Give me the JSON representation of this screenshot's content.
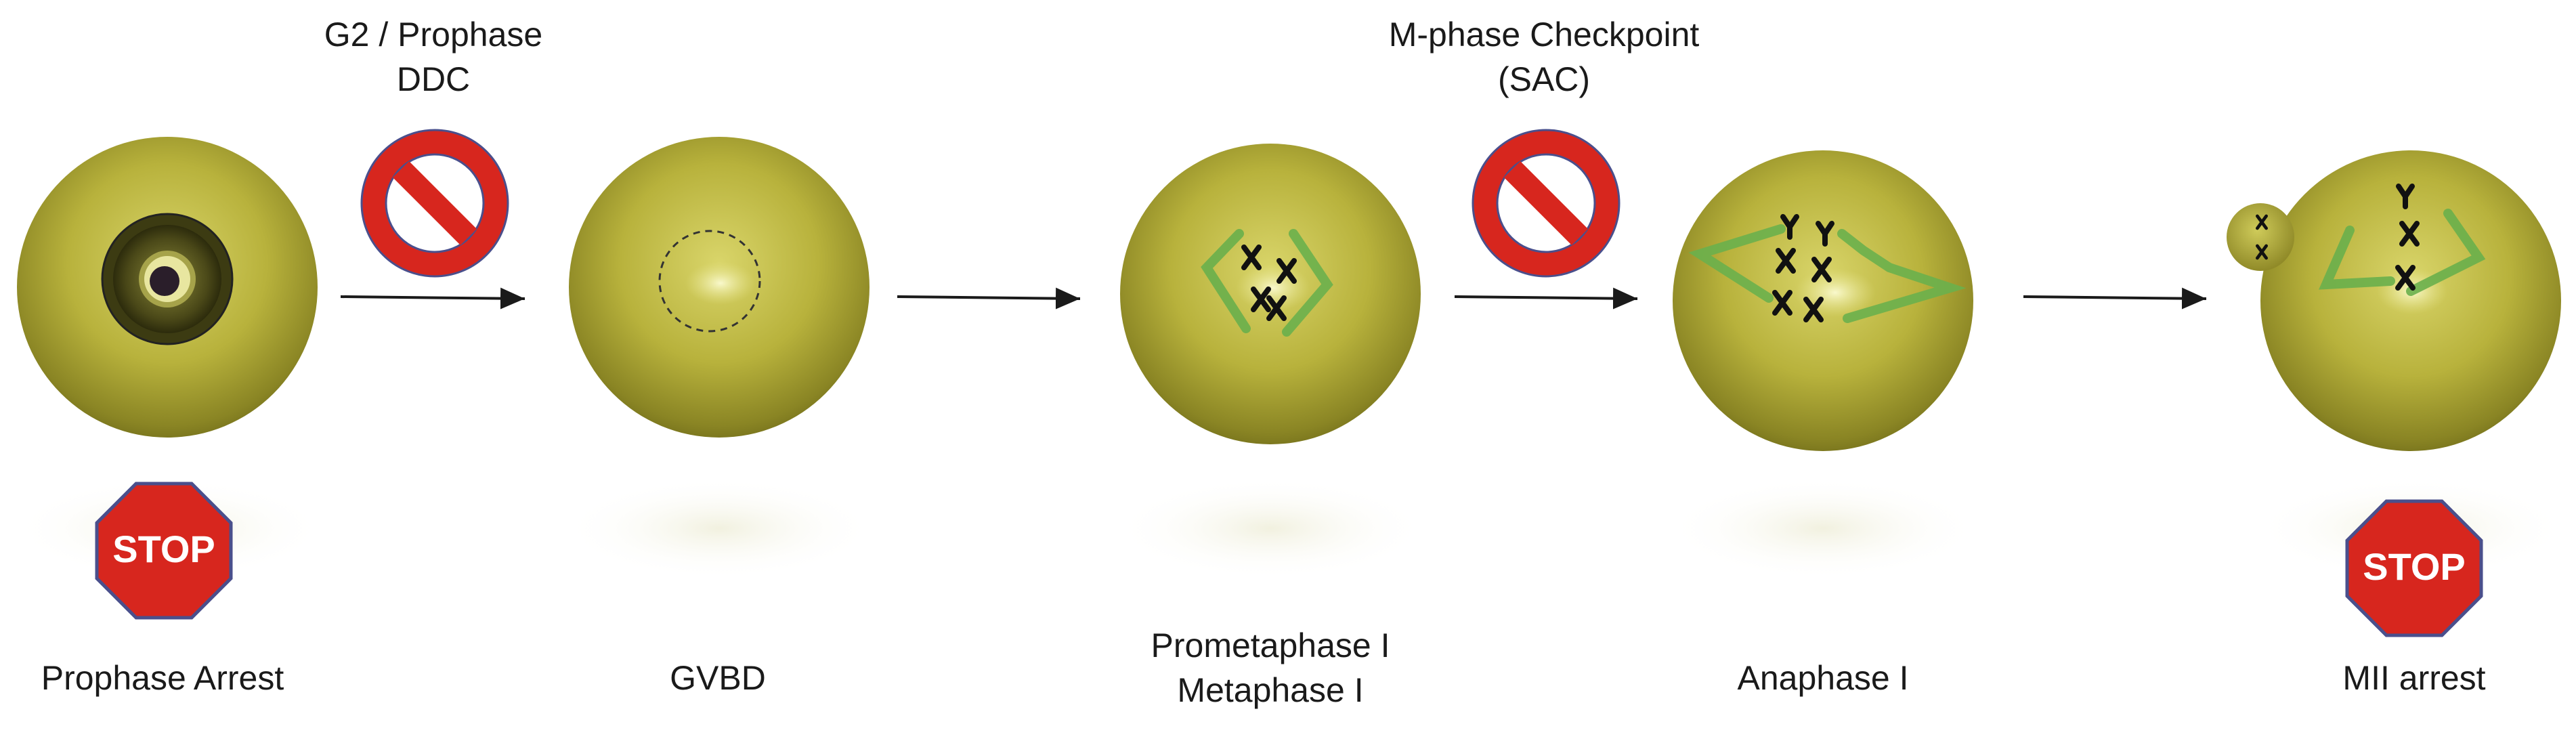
{
  "stages": [
    {
      "id": "prophase-arrest",
      "label_lines": [
        "Prophase Arrest"
      ],
      "badge": "STOP"
    },
    {
      "id": "gvbd",
      "label_lines": [
        "GVBD"
      ]
    },
    {
      "id": "prometaphase-metaphase",
      "label_lines": [
        "Prometaphase I",
        "Metaphase I"
      ]
    },
    {
      "id": "anaphase",
      "label_lines": [
        "Anaphase I"
      ]
    },
    {
      "id": "mii-arrest",
      "label_lines": [
        "MII arrest"
      ],
      "badge": "STOP"
    }
  ],
  "checkpoints": [
    {
      "id": "g2-ddc",
      "label_lines": [
        "G2 / Prophase",
        "DDC"
      ],
      "icon": "prohibition-icon"
    },
    {
      "id": "sac",
      "label_lines": [
        "M-phase Checkpoint",
        "(SAC)"
      ],
      "icon": "prohibition-icon"
    }
  ],
  "colors": {
    "oocyte": "#b3ad3a",
    "oocyte_highlight": "#e6e38a",
    "spindle": "#6ab04c",
    "stop_sign": "#d7261e",
    "stop_border": "#4a4f8c",
    "prohibition": "#d7261e",
    "arrow": "#1a1a1a"
  }
}
